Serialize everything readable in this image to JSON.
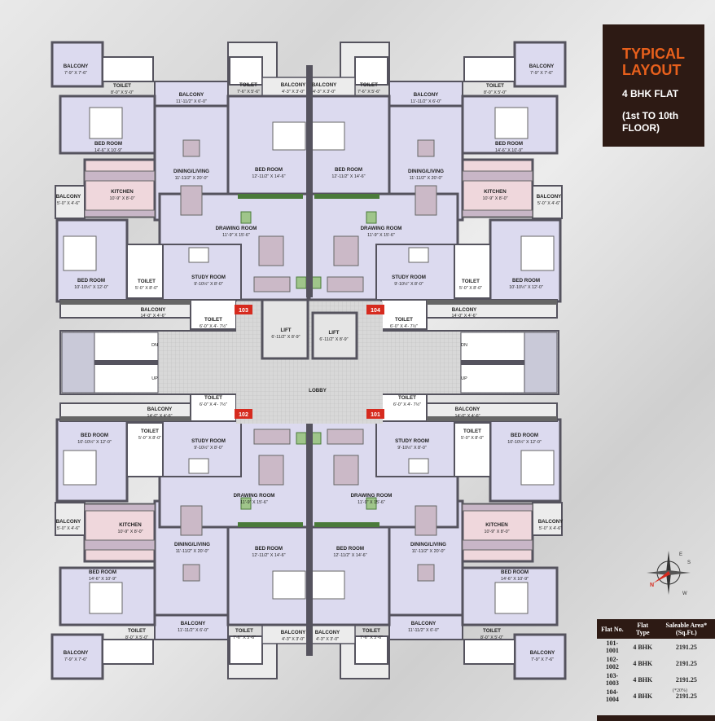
{
  "title": {
    "line1": "TYPICAL",
    "line2": "LAYOUT",
    "sub1": "4 BHK FLAT",
    "sub2": "(1st TO 10th",
    "sub3": "FLOOR)"
  },
  "flat_tags": [
    "103",
    "104",
    "102",
    "101"
  ],
  "rooms": {
    "balcony_corner": {
      "name": "BALCONY",
      "dim": "7'-9\" X 7'-6\""
    },
    "toilet_master": {
      "name": "TOILET",
      "dim": "8'-0\" X 5'-0\""
    },
    "toilet_small": {
      "name": "TOILET",
      "dim": "7'-6\" X 5'-6\""
    },
    "balcony_small": {
      "name": "BALCONY",
      "dim": "4'-3\" X 3'-0\""
    },
    "balcony_living": {
      "name": "BALCONY",
      "dim": "11'-11/2\" X 6'-0\""
    },
    "bedroom_master": {
      "name": "BED ROOM",
      "dim": "14'-6\" X 10'-9\""
    },
    "dining": {
      "name": "DINING/LIVING",
      "dim": "11'-11/2\" X 20'-0\""
    },
    "bedroom_large": {
      "name": "BED ROOM",
      "dim": "12'-11/2\" X 14'-6\""
    },
    "kitchen": {
      "name": "KITCHEN",
      "dim": "10'-9\" X 8'-0\""
    },
    "balcony_kitchen": {
      "name": "BALCONY",
      "dim": "5'-0\" X 4'-6\""
    },
    "drawing": {
      "name": "DRAWING ROOM",
      "dim": "11'-9\" X 15'-6\""
    },
    "bedroom_third": {
      "name": "BED ROOM",
      "dim": "10'-10½\" X 12'-0\""
    },
    "study": {
      "name": "STUDY ROOM",
      "dim": "9'-10½\" X 8'-0\""
    },
    "toilet_study": {
      "name": "TOILET",
      "dim": "5'-0\" X 8'-0\""
    },
    "balcony_bed": {
      "name": "BALCONY",
      "dim": "14'-0\" X 4'-6\""
    },
    "toilet_lobby": {
      "name": "TOILET",
      "dim": "6'-0\" X 4'- 7½\""
    }
  },
  "core": {
    "lift1": {
      "name": "LIFT",
      "dim": "6'-11/2\" X 8'-9\""
    },
    "lift2": {
      "name": "LIFT",
      "dim": "6'-11/2\" X 8'-9\""
    },
    "lobby": "LOBBY",
    "dn": "DN",
    "up": "UP"
  },
  "area_table": {
    "headers": [
      "Flat No.",
      "Flat Type",
      "Saleable Area* (Sq.Ft.)"
    ],
    "rows": [
      [
        "101-1001",
        "4 BHK",
        "2191.25"
      ],
      [
        "102-1002",
        "4 BHK",
        "2191.25"
      ],
      [
        "103-1003",
        "4 BHK",
        "2191.25"
      ],
      [
        "104-1004",
        "4 BHK",
        "2191.25"
      ]
    ],
    "note": "(*20%)"
  },
  "compass": {
    "n": "N",
    "e": "E",
    "s": "S",
    "w": "W"
  },
  "colors": {
    "brand_dark": "#2d1a14",
    "accent": "#e8601c",
    "tag_red": "#d62a1e",
    "room_blue": "#dcdaef",
    "room_pink": "#efd7dc",
    "wall": "#55535e"
  }
}
